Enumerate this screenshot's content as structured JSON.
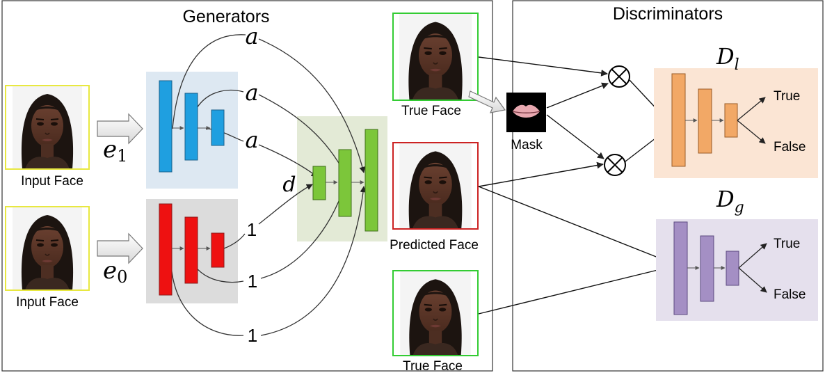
{
  "panels": {
    "generators_title": "Generators",
    "discriminators_title": "Discriminators"
  },
  "inputs": [
    {
      "caption": "Input Face",
      "code_symbol": "e",
      "code_subscript": "1",
      "frame_color": "#e8e840"
    },
    {
      "caption": "Input Face",
      "code_symbol": "e",
      "code_subscript": "0",
      "frame_color": "#e8e840"
    }
  ],
  "generator": {
    "encoder_top_color": "#1f9fe0",
    "encoder_bottom_color": "#ee1111",
    "decoder_color": "#7cc63a",
    "skip_labels_top": [
      "a",
      "a",
      "a"
    ],
    "skip_labels_bottom": [
      "1",
      "1",
      "1"
    ],
    "decoder_label": "d"
  },
  "outputs": [
    {
      "caption": "True Face",
      "frame_color": "#33cc33"
    },
    {
      "caption": "Predicted Face",
      "frame_color": "#cc2222"
    },
    {
      "caption": "True Face",
      "frame_color": "#33cc33"
    }
  ],
  "mask": {
    "caption": "Mask"
  },
  "discriminators": [
    {
      "symbol": "D",
      "subscript": "l",
      "color": "#f2a866",
      "outputs": [
        "True",
        "False"
      ]
    },
    {
      "symbol": "D",
      "subscript": "g",
      "color": "#a48fc4",
      "outputs": [
        "True",
        "False"
      ]
    }
  ],
  "multiply_symbol": "⊗"
}
